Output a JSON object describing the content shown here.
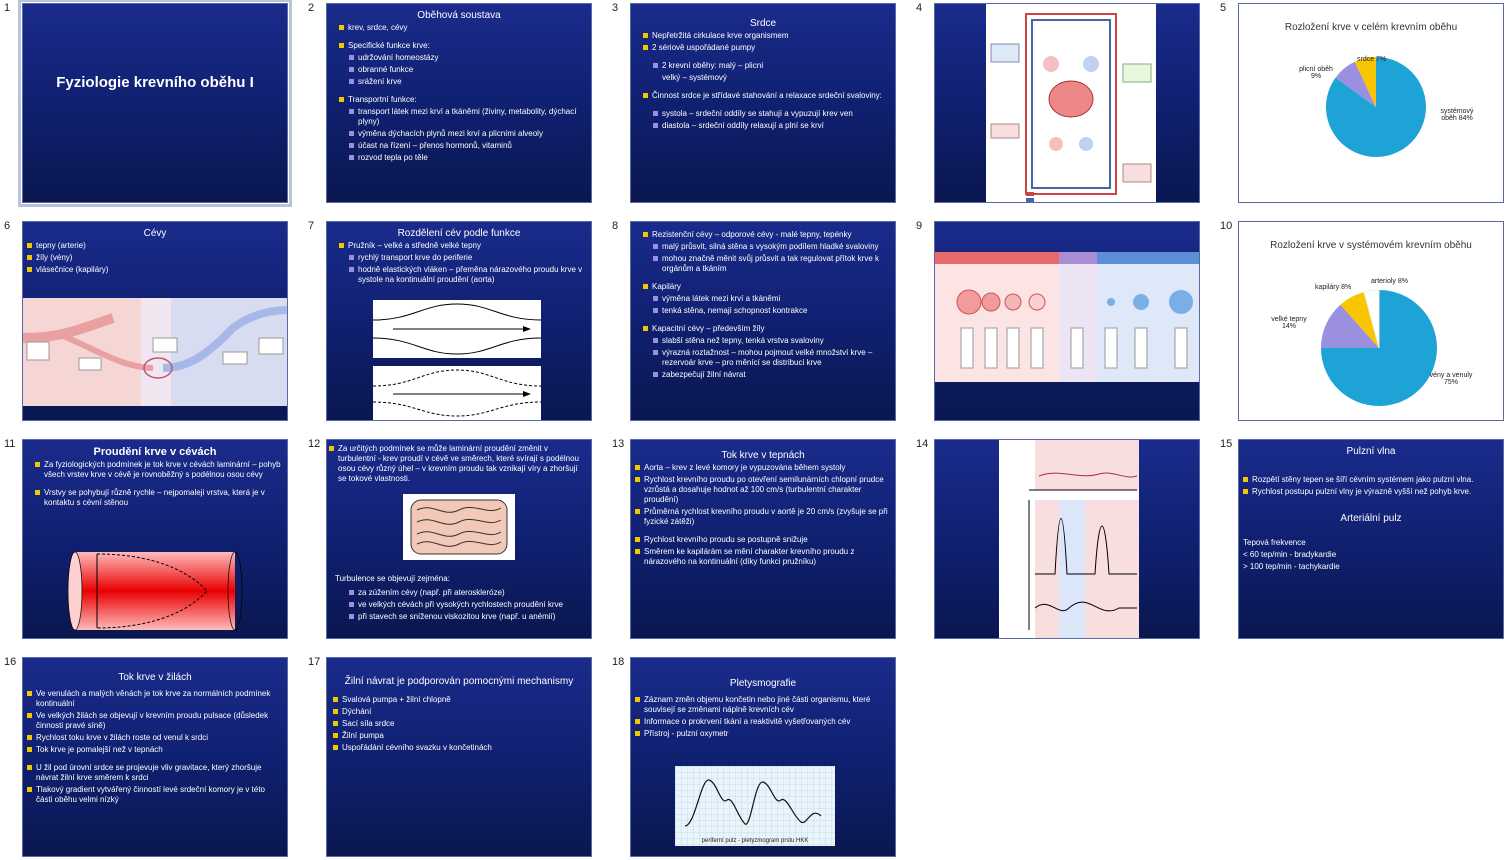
{
  "slides": [
    {
      "num": "1",
      "title": "Fyziologie krevního oběhu I"
    },
    {
      "num": "2",
      "title": "Oběhová soustava",
      "items": [
        {
          "t": "krev, srdce, cévy",
          "lvl": 0
        },
        {
          "t": "Specifické funkce krve:",
          "lvl": 0,
          "gap": true
        },
        {
          "t": "udržování homeostázy",
          "lvl": 1
        },
        {
          "t": "obranné funkce",
          "lvl": 1
        },
        {
          "t": "srážení krve",
          "lvl": 1
        },
        {
          "t": "Transportní funkce:",
          "lvl": 0,
          "gap": true
        },
        {
          "t": "transport látek mezi krví a tkáněmi (živiny, metabolity, dýchací plyny)",
          "lvl": 1
        },
        {
          "t": "výměna dýchacích plynů mezi krví a plicními alveoly",
          "lvl": 1
        },
        {
          "t": "účast na řízení – přenos hormonů, vitaminů",
          "lvl": 1
        },
        {
          "t": "rozvod tepla po těle",
          "lvl": 1
        }
      ]
    },
    {
      "num": "3",
      "title": "Srdce",
      "items": [
        {
          "t": "Nepřetržitá cirkulace krve organismem",
          "lvl": 0
        },
        {
          "t": "2 sériově uspořádané pumpy",
          "lvl": 0
        },
        {
          "t": "2 krevní oběhy:     malý – plicní",
          "lvl": 1,
          "gap": true
        },
        {
          "t": "velký – systémový",
          "lvl": 1,
          "plain": true
        },
        {
          "t": "Činnost srdce je střídavé stahování a relaxace srdeční svaloviny:",
          "lvl": 0,
          "gap": true
        },
        {
          "t": "systola – srdeční oddíly se stahují a vypuzují krev ven",
          "lvl": 1,
          "gap": true
        },
        {
          "t": "diastola – srdeční oddíly relaxují a plní se krví",
          "lvl": 1
        }
      ]
    },
    {
      "num": "4",
      "title": ""
    },
    {
      "num": "5",
      "title": "Rozložení krve v celém krevním oběhu",
      "labels": [
        "srdce  7%",
        "plicní oběh 9%",
        "systémový oběh 84%"
      ]
    },
    {
      "num": "6",
      "title": "Cévy",
      "items": [
        {
          "t": "tepny (arterie)",
          "lvl": 0
        },
        {
          "t": "žíly (vény)",
          "lvl": 0
        },
        {
          "t": "vlásečnice (kapiláry)",
          "lvl": 0
        }
      ]
    },
    {
      "num": "7",
      "title": "Rozdělení cév podle funkce",
      "items": [
        {
          "t": "Pružník – velké a středně velké tepny",
          "lvl": 0
        },
        {
          "t": "rychlý transport krve do periferie",
          "lvl": 1
        },
        {
          "t": "hodně elastických vláken – přeměna nárazového proudu krve v systole na kontinuální proudění (aorta)",
          "lvl": 1
        }
      ]
    },
    {
      "num": "8",
      "title": "",
      "items": [
        {
          "t": "Rezistenční cévy – odporové cévy - malé tepny, tepénky",
          "lvl": 0
        },
        {
          "t": "malý průsvit, silná stěna s vysokým podílem hladké svaloviny",
          "lvl": 1
        },
        {
          "t": "mohou značně měnit svůj průsvit a tak regulovat přítok krve k orgánům a tkáním",
          "lvl": 1
        },
        {
          "t": "Kapiláry",
          "lvl": 0,
          "gap": true
        },
        {
          "t": "výměna látek mezi krví a tkáněmi",
          "lvl": 1
        },
        {
          "t": "tenká stěna, nemají schopnost kontrakce",
          "lvl": 1
        },
        {
          "t": "Kapacitní cévy – především žíly",
          "lvl": 0,
          "gap": true
        },
        {
          "t": "slabší stěna než tepny, tenká vrstva svaloviny",
          "lvl": 1
        },
        {
          "t": "výrazná roztažnost – mohou pojmout velké množství krve – rezervoár krve – pro měnící se distribuci krve",
          "lvl": 1
        },
        {
          "t": "zabezpečují žilní návrat",
          "lvl": 1
        }
      ]
    },
    {
      "num": "9",
      "title": ""
    },
    {
      "num": "10",
      "title": "Rozložení krve v systémovém krevním oběhu",
      "labels": [
        "arterioly  8%",
        "kapiláry  8%",
        "velké tepny 14%",
        "vény a venuly 75%"
      ]
    },
    {
      "num": "11",
      "title": "Proudění krve v cévách",
      "items": [
        {
          "t": "Za fyziologických podmínek je tok krve v cévách laminární – pohyb všech vrstev krve v cévě je rovnoběžný s podélnou osou cévy",
          "lvl": 0
        },
        {
          "t": "Vrstvy se pohybují různě rychle – nejpomaleji vrstva, která je v kontaktu s cévní stěnou",
          "lvl": 0,
          "gap": true
        }
      ]
    },
    {
      "num": "12",
      "title": "",
      "items": [
        {
          "t": "Za určitých podmínek se může laminární proudění změnit v turbulentní - krev proudí v cévě ve směrech, které svírají s podélnou osou cévy různý úhel – v krevním proudu tak vznikají víry a zhoršují se tokové vlastnosti.",
          "lvl": 0
        }
      ],
      "text2": "Turbulence se objevují zejména:",
      "items2": [
        {
          "t": "za zúžením cévy (např. při ateroskleróze)",
          "lvl": 1
        },
        {
          "t": "ve velkých cévách při vysokých rychlostech proudění krve",
          "lvl": 1
        },
        {
          "t": "při stavech se sníženou viskozitou krve (např. u anémií)",
          "lvl": 1
        }
      ]
    },
    {
      "num": "13",
      "title": "Tok krve v tepnách",
      "items": [
        {
          "t": "Aorta – krev z levé komory je vypuzována během systoly",
          "lvl": 0
        },
        {
          "t": "Rychlost krevního proudu po otevření semilunárních chlopní prudce vzrůstá a dosahuje hodnot až 100 cm/s (turbulentní charakter proudění)",
          "lvl": 0
        },
        {
          "t": "Průměrná rychlost krevního proudu v aortě je 20 cm/s (zvyšuje se při fyzické zátěži)",
          "lvl": 0
        },
        {
          "t": "Rychlost krevního proudu se postupně snižuje",
          "lvl": 0,
          "gap": true
        },
        {
          "t": "Směrem ke kapilárám se mění charakter krevního proudu z nárazového na kontinuální (díky funkci pružníku)",
          "lvl": 0
        }
      ]
    },
    {
      "num": "14",
      "title": ""
    },
    {
      "num": "15",
      "title": "Pulzní vlna",
      "items": [
        {
          "t": "Rozpětí stěny tepen se šíří cévním systémem jako pulzní vlna.",
          "lvl": 0
        },
        {
          "t": "Rychlost postupu pulzní vlny je výrazně vyšší než pohyb krve.",
          "lvl": 0
        }
      ],
      "subtitle": "Arteriální pulz",
      "lines": [
        "Tepová frekvence",
        "< 60 tep/min - bradykardie",
        "> 100 tep/min - tachykardie"
      ]
    },
    {
      "num": "16",
      "title": "Tok krve v žilách",
      "items": [
        {
          "t": "Ve venulách a malých věnách je tok krve za normálních podmínek kontinuální",
          "lvl": 0
        },
        {
          "t": "Ve velkých žilách se objevují v krevním proudu pulsace (důsledek činnosti pravé síně)",
          "lvl": 0
        },
        {
          "t": "Rychlost toku krve v žilách roste od venul k srdci",
          "lvl": 0
        },
        {
          "t": "Tok krve je pomalejší než v tepnách",
          "lvl": 0
        },
        {
          "t": "U žil pod úrovní srdce se projevuje vliv gravitace, který zhoršuje návrat žilní krve směrem k srdci",
          "lvl": 0,
          "gap": true
        },
        {
          "t": "Tlakový gradient vytvářený činností levé srdeční komory je v této části oběhu velmi nízký",
          "lvl": 0
        }
      ]
    },
    {
      "num": "17",
      "title": "Žilní návrat je podporován pomocnými mechanismy",
      "items": [
        {
          "t": "Svalová pumpa + žilní chlopně",
          "lvl": 0,
          "gap": true
        },
        {
          "t": "Dýchání",
          "lvl": 0
        },
        {
          "t": "Sací síla srdce",
          "lvl": 0
        },
        {
          "t": "Žilní pumpa",
          "lvl": 0
        },
        {
          "t": "Uspořádání cévního svazku v končetinách",
          "lvl": 0
        }
      ]
    },
    {
      "num": "18",
      "title": "Pletysmografie",
      "items": [
        {
          "t": "Záznam změn objemu končetin nebo jiné části organismu, které souvisejí se změnami náplně krevních cév",
          "lvl": 0
        },
        {
          "t": "Informace o prokrvení tkání a reaktivitě vyšetřovaných cév",
          "lvl": 0
        },
        {
          "t": "Přístroj - pulzní oxymetr",
          "lvl": 0
        }
      ],
      "caption": "periferní pulz - pletyzmogram prstu HKK"
    }
  ]
}
